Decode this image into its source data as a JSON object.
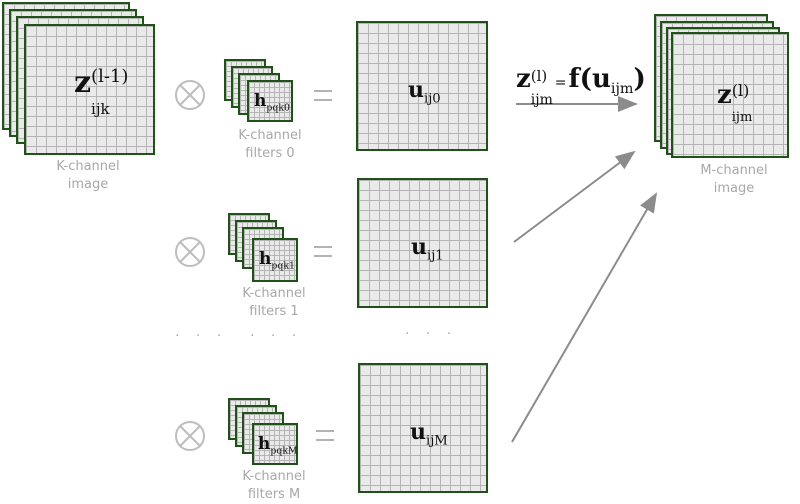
{
  "input_image": {
    "var": "z",
    "superscript": "(l-1)",
    "subscript": "ijk",
    "caption_line1": "K-channel",
    "caption_line2": "image"
  },
  "filters": [
    {
      "var": "h",
      "subscript": "pqk0",
      "caption_line1": "K-channel",
      "caption_line2": "filters 0"
    },
    {
      "var": "h",
      "subscript": "pqk1",
      "caption_line1": "K-channel",
      "caption_line2": "filters 1"
    },
    {
      "var": "h",
      "subscript": "pqkM",
      "caption_line1": "K-channel",
      "caption_line2": "filters M"
    }
  ],
  "outputs": [
    {
      "var": "u",
      "subscript": "ij0"
    },
    {
      "var": "u",
      "subscript": "ij1"
    },
    {
      "var": "u",
      "subscript": "ijM"
    }
  ],
  "activation": {
    "lhs_var": "z",
    "lhs_superscript": "(l)",
    "lhs_subscript": "ijm",
    "equals": "=",
    "func": "f(",
    "arg_var": "u",
    "arg_subscript": "ijm",
    "close": ")"
  },
  "output_image": {
    "var": "z",
    "superscript": "(l)",
    "subscript": "ijm",
    "caption_line1": "M-channel",
    "caption_line2": "image"
  },
  "ellipsis": {
    "left": "· · ·",
    "middle": "· · ·",
    "right": "· · ·"
  }
}
